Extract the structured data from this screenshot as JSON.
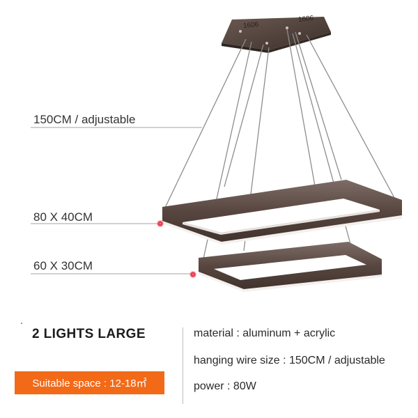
{
  "annotations": {
    "wire_label": "150CM / adjustable",
    "large_ring_label": "80 X 40CM",
    "small_ring_label": "60 X 30CM"
  },
  "canopy": {
    "stamp_left": "1606",
    "stamp_right": "1606"
  },
  "product": {
    "title": "2 LIGHTS LARGE",
    "suitable_space": "Suitable space : 12-18㎡"
  },
  "specs": {
    "material": "material : aluminum + acrylic",
    "hanging_wire": "hanging wire size : 150CM / adjustable",
    "power": "power : 80W"
  },
  "colors": {
    "frame": "#5a4a43",
    "badge": "#f26a18",
    "marker": "#e8203a",
    "line": "#9a9a9a"
  }
}
